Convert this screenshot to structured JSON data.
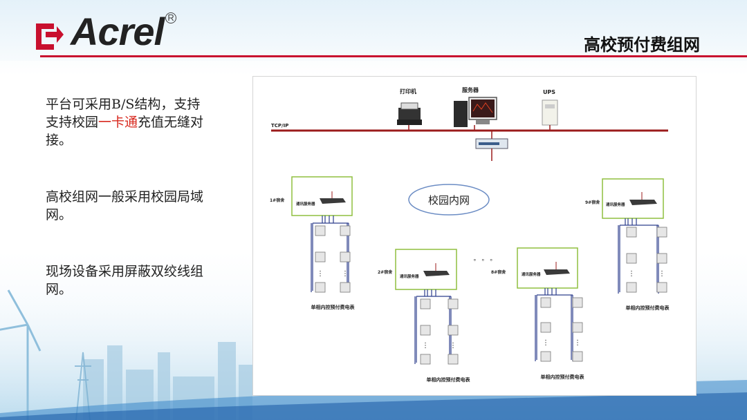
{
  "header": {
    "brand": "Acrel",
    "registered": "R",
    "title": "高校预付费组网"
  },
  "left_text": {
    "p1_a": "平台可采用B/S结构，支持支持校园",
    "p1_highlight": "一卡通",
    "p1_b": "充值无缝对接。",
    "p2": "高校组网一般采用校园局域网。",
    "p3": "现场设备采用屏蔽双绞线组网。"
  },
  "diagram": {
    "printer": "打印机",
    "server": "服务器",
    "ups": "UPS",
    "tcpip": "TCP/IP",
    "campus_net": "校园内网",
    "ellipsis": "。 。 。",
    "comm_server": "通讯服务器",
    "dorm1": "1#宿舍",
    "dorm2": "2#宿舍",
    "dorm8": "8#宿舍",
    "dorm9": "9#宿舍",
    "meter_label": "单相内控预付费电表",
    "vdots": "⋮"
  }
}
